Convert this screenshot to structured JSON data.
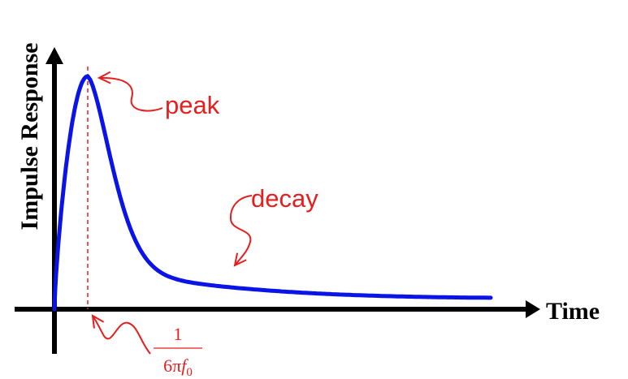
{
  "axes": {
    "y_label": "Impulse Response",
    "x_label": "Time"
  },
  "annotations": {
    "peak_label": "peak",
    "decay_label": "decay",
    "marker_numerator": "1",
    "marker_denominator_coef": "6π",
    "marker_denominator_var": "f",
    "marker_denominator_sub": "0"
  },
  "colors": {
    "curve": "#0a14e6",
    "annotation": "#e61e1e",
    "axis": "#000000"
  }
}
